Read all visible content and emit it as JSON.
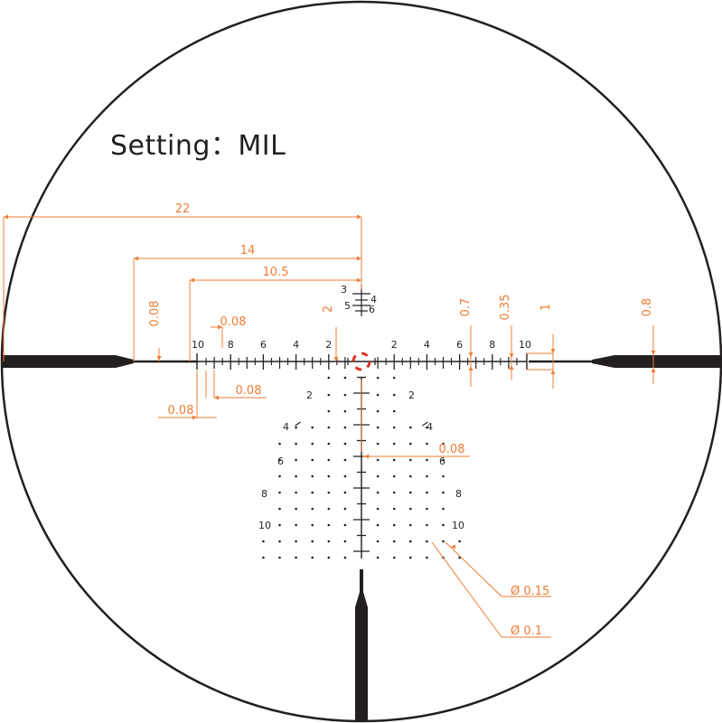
{
  "title": "Setting：MIL",
  "colors": {
    "reticle": "#231f20",
    "dimension": "#ef7d33",
    "aim_point": "#e0301e"
  },
  "horizontal_labels": [
    "10",
    "8",
    "6",
    "4",
    "2",
    "2",
    "4",
    "6",
    "8",
    "10"
  ],
  "vertical_labels": [
    "2",
    "2",
    "4",
    "4",
    "6",
    "6",
    "8",
    "8",
    "10",
    "10"
  ],
  "upper_labels": [
    "3",
    "4",
    "5",
    "6"
  ],
  "dimensions": {
    "d22": "22",
    "d14": "14",
    "d10_5": "10.5",
    "d2": "2",
    "d008_left": "0.08",
    "d008_top": "0.08",
    "d008_bottom1": "0.08",
    "d008_bottom2": "0.08",
    "d07": "0.7",
    "d035": "0.35",
    "d1": "1",
    "d08": "0.8",
    "d008_center": "0.08",
    "dot015": "Ø 0.15",
    "dot01": "Ø 0.1"
  }
}
